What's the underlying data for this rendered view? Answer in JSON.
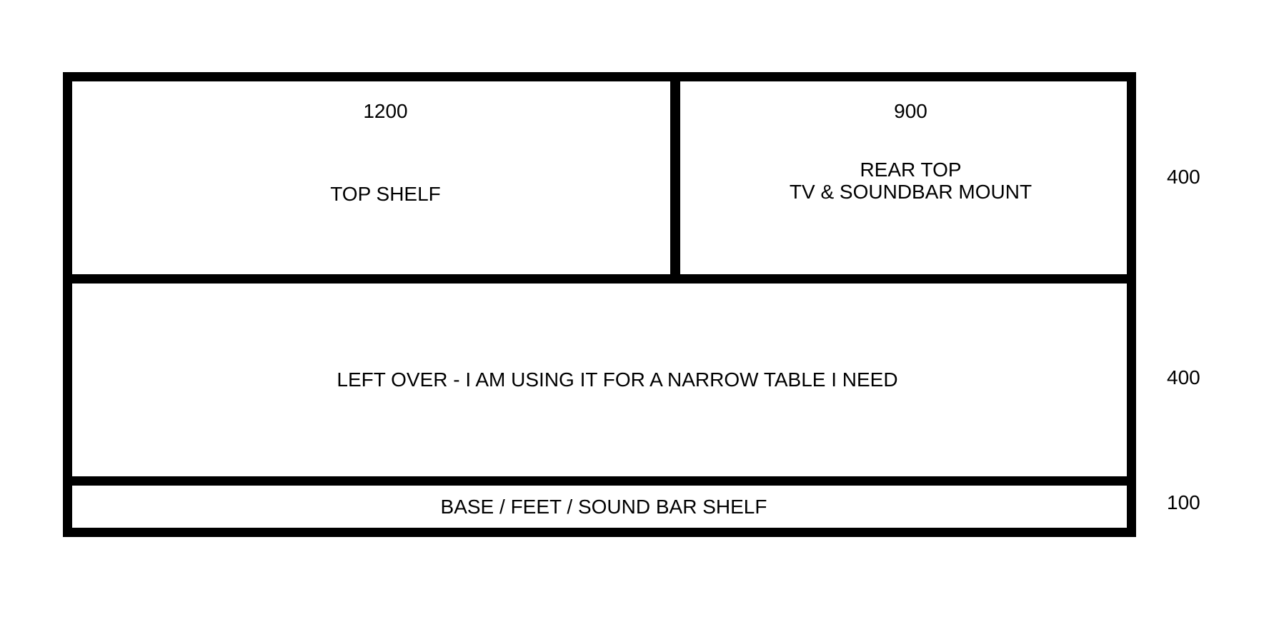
{
  "diagram": {
    "type": "sheet-cutting-plan",
    "colors": {
      "line": "#000000",
      "background": "#ffffff",
      "text": "#000000"
    },
    "sheet": {
      "sections": {
        "top_shelf": {
          "width_label": "1200",
          "name": "TOP SHELF"
        },
        "rear_top": {
          "width_label": "900",
          "name_line1": "REAR TOP",
          "name_line2": "TV & SOUNDBAR MOUNT"
        },
        "left_over": {
          "name": "LEFT OVER - I AM USING IT FOR A NARROW TABLE I NEED"
        },
        "base": {
          "name": "BASE / FEET / SOUND BAR SHELF"
        }
      },
      "height_labels": [
        "400",
        "400",
        "100"
      ]
    }
  }
}
